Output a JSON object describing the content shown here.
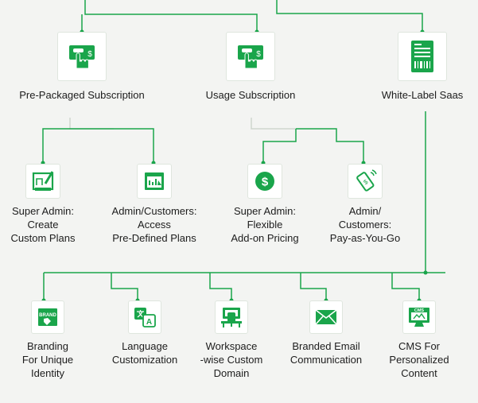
{
  "colors": {
    "accent": "#1aa54b",
    "tile_border": "#dfe6de",
    "background": "#f3f4f2"
  },
  "top_nodes": [
    {
      "label": "Pre-Packaged Subscription",
      "icon": "payment-hand-icon"
    },
    {
      "label": "Usage Subscription",
      "icon": "payment-hand-icon"
    },
    {
      "label": "White-Label Saas",
      "icon": "barcode-document-icon"
    }
  ],
  "middle_nodes": [
    {
      "label": "Super Admin:\nCreate\nCustom Plans",
      "icon": "blueprint-pencil-icon"
    },
    {
      "label": "Admin/Customers:\nAccess\nPre-Defined Plans",
      "icon": "screen-chart-icon"
    },
    {
      "label": "Super Admin:\nFlexible\nAdd-on Pricing",
      "icon": "dollar-coin-icon"
    },
    {
      "label": "Admin/\nCustomers:\nPay-as-You-Go",
      "icon": "phone-payment-icon"
    }
  ],
  "bottom_nodes": [
    {
      "label": "Branding\nFor Unique\nIdentity",
      "icon": "brand-tag-icon",
      "icon_text": "BRAND"
    },
    {
      "label": "Language\nCustomization",
      "icon": "translate-icon",
      "icon_text": "A"
    },
    {
      "label": "Workspace\n-wise Custom\nDomain",
      "icon": "workspace-desk-icon"
    },
    {
      "label": "Branded Email\nCommunication",
      "icon": "envelope-icon"
    },
    {
      "label": "CMS For\nPersonalized\nContent",
      "icon": "cms-monitor-icon",
      "icon_text": "CMS"
    }
  ]
}
